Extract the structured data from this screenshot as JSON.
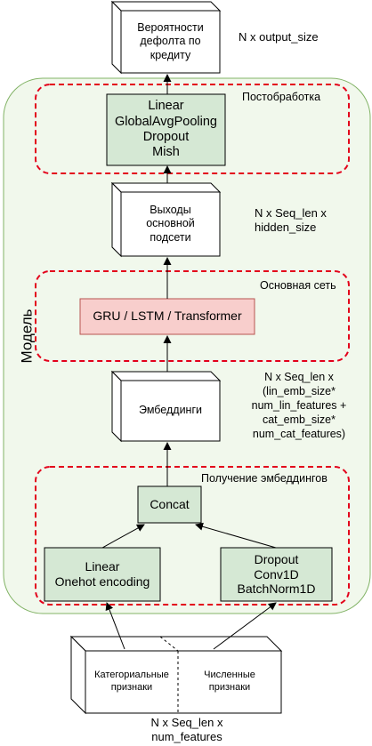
{
  "probabilities_box": "Вероятности\nдефолта по\nкредиту",
  "output_dims": "N x output_size",
  "model_label": "Модель",
  "postprocessing": {
    "label": "Постобработка",
    "layers": "Linear\nGlobalAvgPooling\nDropout\nMish"
  },
  "backbone_outputs_box": "Выходы\nосновной\nподсети",
  "hidden_dims": "N x Seq_len x\nhidden_size",
  "backbone": {
    "label": "Основная сеть",
    "block": "GRU / LSTM / Transformer"
  },
  "embeddings_box": "Эмбеддинги",
  "embedding_dims": "N x Seq_len x\n(lin_emb_size*\nnum_lin_features +\ncat_emb_size*\nnum_cat_features)",
  "embedding_stage": {
    "label": "Получение эмбеддингов",
    "concat": "Concat",
    "categorical_branch": "Linear\nOnehot encoding",
    "numerical_branch": "Dropout\nConv1D\nBatchNorm1D"
  },
  "input": {
    "categorical": "Категориальные\nпризнаки",
    "numerical": "Численные\nпризнаки",
    "dims": "N x Seq_len x\nnum_features"
  },
  "colors": {
    "model_fill": "#f1f8ec",
    "model_border": "#82b366",
    "green_fill": "#d5e8d4",
    "red_fill": "#f8cecc",
    "red_border": "#b85450",
    "dash": "#e3001b"
  }
}
